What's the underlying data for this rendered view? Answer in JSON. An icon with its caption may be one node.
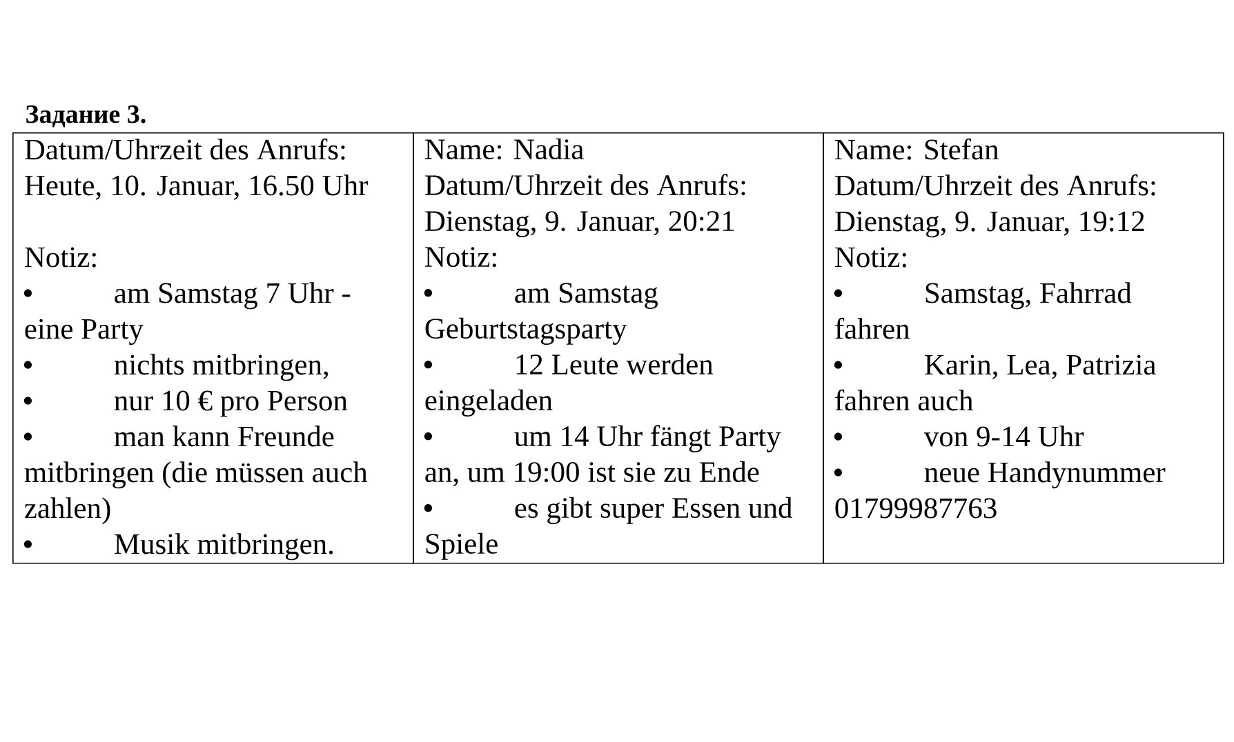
{
  "diagram": {
    "title": "Задание 3.",
    "nodes": [
      {
        "text": [
          "Datum/Uhrzeit des Anrufs:",
          "Heute, 10. Januar, 16.50 Uhr",
          "Notiz:",
          "am Samstag 7 Uhr - eine Party",
          "nichts mitbringen,",
          "nur 10 € pro Person",
          "man kann Freunde mitbringen (die müssen auch zahlen)",
          "Musik mitbringen."
        ]
      },
      {
        "text": [
          "Name: Nadia",
          "Datum/Uhrzeit des Anrufs:",
          "Dienstag, 9. Januar, 20:21",
          "Notiz:",
          "am Samstag Geburtstagsparty",
          "12 Leute werden eingeladen",
          "um 14 Uhr fängt Party an, um 19:00 ist sie zu Ende",
          "es gibt super Essen und Spiele"
        ]
      },
      {
        "text": [
          "Name: Stefan",
          "Datum/Uhrzeit des Anrufs:",
          "Dienstag, 9. Januar, 19:12",
          "Notiz:",
          "Samstag, Fahrrad fahren",
          "Karin, Lea, Patrizia fahren auch",
          "von 9-14 Uhr",
          "neue Handynummer 01799987763"
        ]
      }
    ]
  }
}
